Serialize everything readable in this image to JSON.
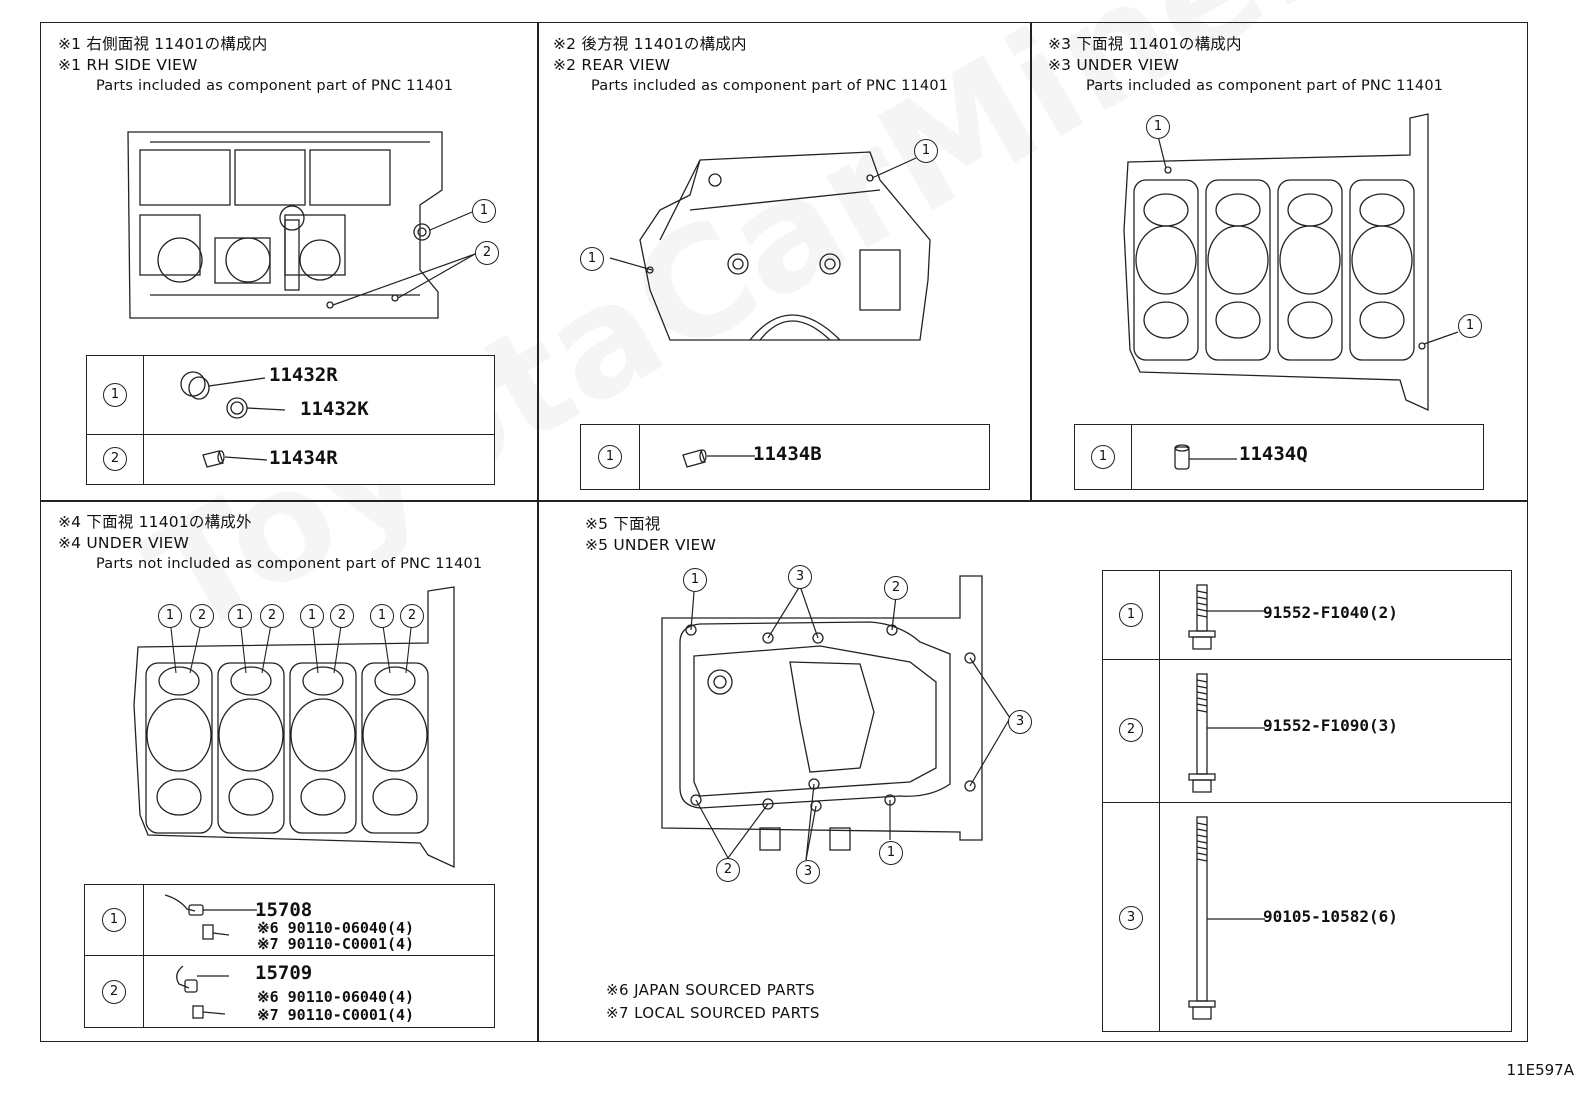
{
  "watermark": "ToyotaCarMine.ru",
  "figure_code": "11E597A",
  "panels": [
    {
      "jp": "※1 右側面視 11401の構成内",
      "en": "※1 RH SIDE VIEW",
      "sub": "Parts included as component part of PNC 11401",
      "parts": [
        {
          "ref": "1",
          "numbers": [
            "11432R",
            "11432K"
          ]
        },
        {
          "ref": "2",
          "numbers": [
            "11434R"
          ]
        }
      ]
    },
    {
      "jp": "※2 後方視 11401の構成内",
      "en": "※2 REAR VIEW",
      "sub": "Parts included as component part of PNC 11401",
      "parts": [
        {
          "ref": "1",
          "numbers": [
            "11434B"
          ]
        }
      ]
    },
    {
      "jp": "※3 下面視 11401の構成内",
      "en": "※3 UNDER VIEW",
      "sub": "Parts included as component part of PNC 11401",
      "parts": [
        {
          "ref": "1",
          "numbers": [
            "11434Q"
          ]
        }
      ]
    },
    {
      "jp": "※4 下面視 11401の構成外",
      "en": "※4 UNDER VIEW",
      "sub": "Parts not included as component part of PNC 11401",
      "parts": [
        {
          "ref": "1",
          "numbers": [
            "15708"
          ],
          "notes": [
            "※6 90110-06040(4)",
            "※7 90110-C0001(4)"
          ]
        },
        {
          "ref": "2",
          "numbers": [
            "15709"
          ],
          "notes": [
            "※6 90110-06040(4)",
            "※7 90110-C0001(4)"
          ]
        }
      ]
    },
    {
      "jp": "※5 下面視",
      "en": "※5 UNDER VIEW",
      "parts": [
        {
          "ref": "1",
          "numbers": [
            "91552-F1040(2)"
          ]
        },
        {
          "ref": "2",
          "numbers": [
            "91552-F1090(3)"
          ]
        },
        {
          "ref": "3",
          "numbers": [
            "90105-10582(6)"
          ]
        }
      ],
      "footnotes": [
        "※6 JAPAN SOURCED PARTS",
        "※7 LOCAL SOURCED PARTS"
      ]
    }
  ],
  "callouts": {
    "p1": [
      "1",
      "2"
    ],
    "p2": [
      "1",
      "1"
    ],
    "p3": [
      "1",
      "1"
    ],
    "p4": [
      "1",
      "2",
      "1",
      "2",
      "1",
      "2",
      "1",
      "2"
    ],
    "p5": [
      "1",
      "3",
      "2",
      "3",
      "2",
      "3",
      "1"
    ]
  }
}
